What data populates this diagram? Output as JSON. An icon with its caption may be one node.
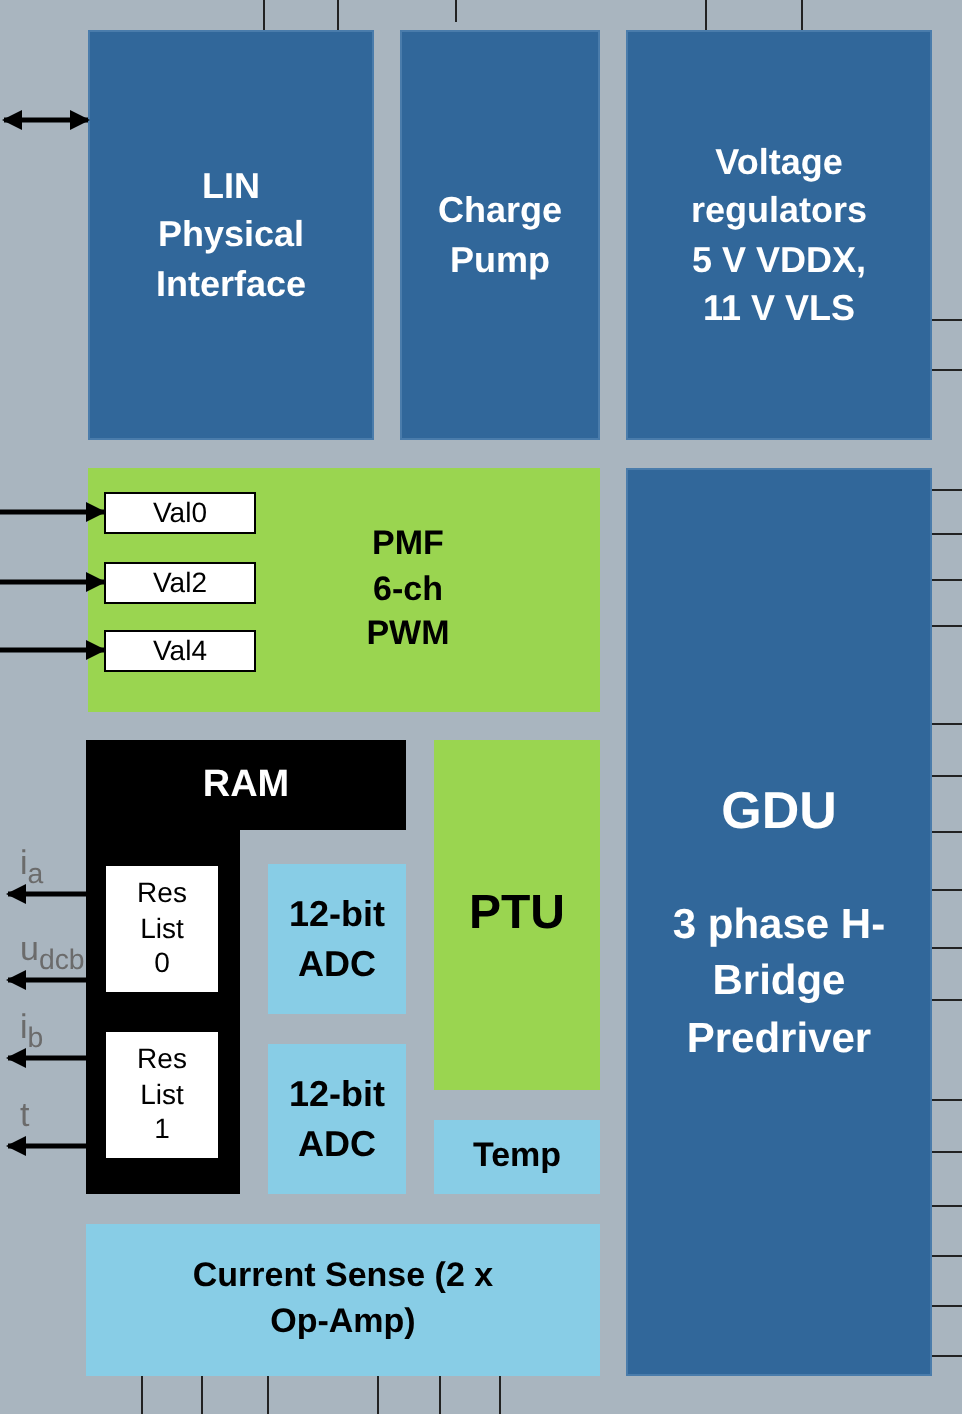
{
  "diagram": {
    "nodes": [
      {
        "text": [
          "LIN Physical Interface"
        ]
      },
      {
        "text": [
          "Charge Pump"
        ]
      },
      {
        "text": [
          "Voltage regulators 5 V VDDX, 11 V VLS"
        ]
      },
      {
        "text": [
          "PMF 6-ch PWM"
        ]
      },
      {
        "text": [
          "Val0"
        ],
        "in": 3
      },
      {
        "text": [
          "Val2"
        ],
        "in": 3
      },
      {
        "text": [
          "Val4"
        ],
        "in": 3
      },
      {
        "text": [
          "GDU",
          "3 phase H-Bridge Predriver"
        ]
      },
      {
        "text": [
          "RAM"
        ]
      },
      {
        "text": [
          "Res List 0"
        ],
        "in": 8
      },
      {
        "text": [
          "Res List 1"
        ],
        "in": 8
      },
      {
        "text": [
          "12-bit ADC"
        ]
      },
      {
        "text": [
          "12-bit ADC"
        ]
      },
      {
        "text": [
          "PTU"
        ]
      },
      {
        "text": [
          "Temp"
        ]
      },
      {
        "text": [
          "Current Sense (2 x Op-Amp)"
        ]
      }
    ],
    "edges": [
      {
        "from": null,
        "to": 0,
        "arrow": "both"
      },
      {
        "from": null,
        "to": 4,
        "arrow": "to"
      },
      {
        "from": null,
        "to": 5,
        "arrow": "to"
      },
      {
        "from": null,
        "to": 6,
        "arrow": "to"
      },
      {
        "from": 9,
        "to": null,
        "arrow": "to",
        "label": "i$_{a}$"
      },
      {
        "from": 9,
        "to": null,
        "arrow": "to",
        "label": "u$_{dcb}$"
      },
      {
        "from": 10,
        "to": null,
        "arrow": "to",
        "label": "i$_{b}$"
      },
      {
        "from": 10,
        "to": null,
        "arrow": "to",
        "label": "t"
      }
    ]
  }
}
